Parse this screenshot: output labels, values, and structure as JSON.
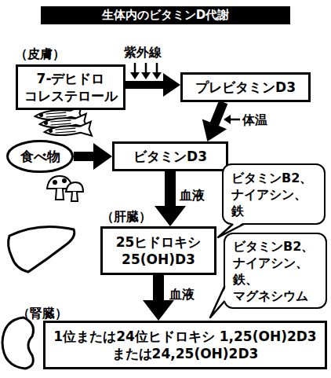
{
  "diagram": {
    "title": "生体内のビタミンD代謝",
    "nodes": [
      {
        "text": [
          "（皮膚）",
          "7-デヒドロ コレステロール"
        ]
      },
      {
        "text": [
          "プレビタミンD3"
        ]
      },
      {
        "text": [
          "食べ物"
        ]
      },
      {
        "text": [
          "ビタミンD3"
        ]
      },
      {
        "text": [
          "ビタミンB2、ナイアシン、鉄"
        ]
      },
      {
        "text": [
          "（肝臓）",
          "25ヒドロキシ 25(OH)D3"
        ]
      },
      {
        "text": [
          "ビタミンB2、ナイアシン、鉄、マグネシウム"
        ]
      },
      {
        "text": [
          "（腎臓）",
          "1位または24位ヒドロキシ 1,25(OH)2D3 または24,25(OH)2D3"
        ]
      }
    ],
    "edges": [
      {
        "from": 0,
        "to": 1,
        "arrow": "to"
      },
      {
        "from": 1,
        "to": 3,
        "label": "体温",
        "arrow": "to"
      },
      {
        "from": 2,
        "to": 3,
        "arrow": "to"
      },
      {
        "from": 3,
        "to": 5,
        "label": "血液",
        "arrow": "to"
      },
      {
        "from": 5,
        "to": 7,
        "label": "血液",
        "arrow": "to"
      }
    ],
    "labels": [
      "紫外線"
    ]
  }
}
